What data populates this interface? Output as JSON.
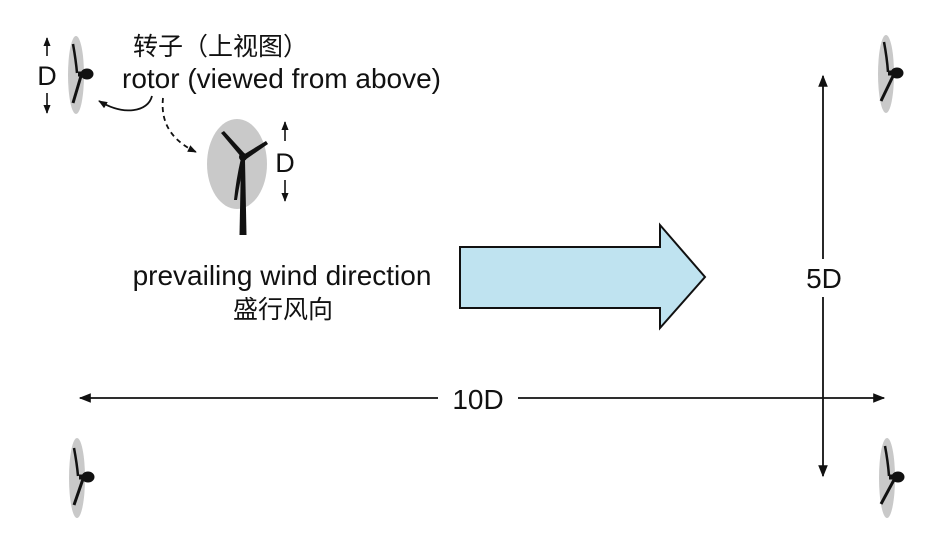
{
  "rotor_label": {
    "zh": "转子（上视图）",
    "en": "rotor (viewed from above)"
  },
  "diameter_labels": {
    "top_view": "D",
    "front_view": "D"
  },
  "wind": {
    "en": "prevailing wind direction",
    "zh": "盛行风向"
  },
  "spacing": {
    "crosswind": "5D",
    "downwind": "10D"
  },
  "icons": [
    "turbine-top-view-icon",
    "turbine-front-view-icon",
    "wind-arrow-icon"
  ],
  "colors": {
    "rotor_disc": "#c9c9c9",
    "wind_arrow_fill": "#bfe3f0",
    "ink": "#111111",
    "background": "#ffffff"
  }
}
